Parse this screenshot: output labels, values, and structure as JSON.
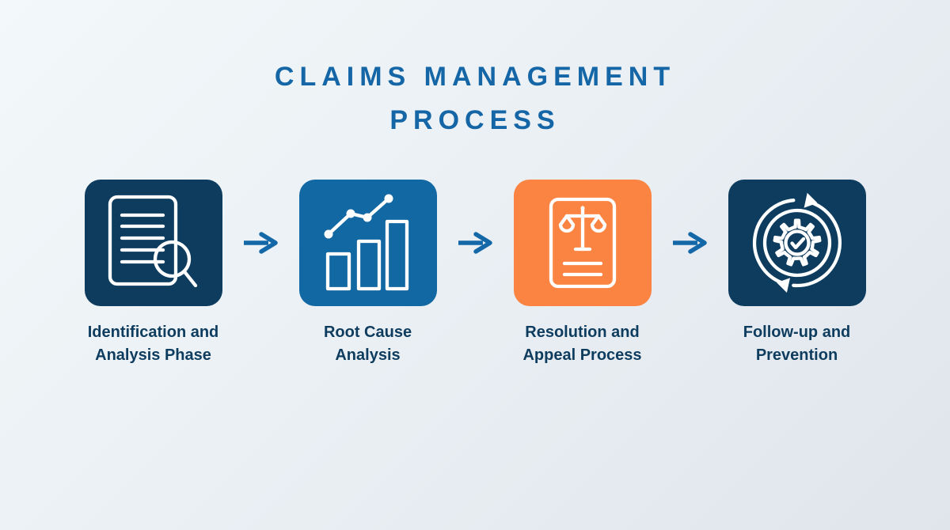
{
  "title": {
    "line1": "CLAIMS MANAGEMENT",
    "line2": "PROCESS"
  },
  "steps": [
    {
      "name": "identification-analysis",
      "label_line1": "Identification and",
      "label_line2": "Analysis Phase",
      "box_color": "#0e3c5e",
      "icon": "document-magnifier-icon"
    },
    {
      "name": "root-cause-analysis",
      "label_line1": "Root Cause",
      "label_line2": "Analysis",
      "box_color": "#1268a3",
      "icon": "bar-chart-trend-icon"
    },
    {
      "name": "resolution-appeal",
      "label_line1": "Resolution and",
      "label_line2": "Appeal Process",
      "box_color": "#fb8443",
      "icon": "scales-document-icon"
    },
    {
      "name": "follow-up-prevention",
      "label_line1": "Follow-up and",
      "label_line2": "Prevention",
      "box_color": "#0e3c5e",
      "icon": "cycle-gear-check-icon"
    }
  ],
  "colors": {
    "title": "#1566a6",
    "label": "#0e3c5e",
    "arrow": "#1568a7",
    "icon_stroke": "#ffffff",
    "background_start": "#f3f8fa",
    "background_end": "#dfe5eb"
  }
}
